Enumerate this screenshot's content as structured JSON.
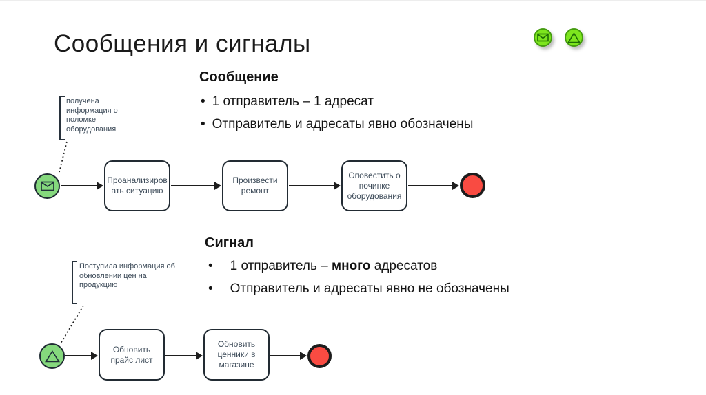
{
  "slide": {
    "title": "Сообщения и сигналы",
    "bullet_char": "•"
  },
  "legend": {
    "message_icon": "envelope",
    "signal_icon": "triangle"
  },
  "colors": {
    "legend_green": "#7de51e",
    "legend_green_border": "#459c10",
    "event_green": "#85d87d",
    "event_red": "#f94b42",
    "node_border": "#222b33",
    "node_text": "#3e4c5a"
  },
  "message_section": {
    "heading": "Сообщение",
    "bullet1": "1 отправитель – 1 адресат",
    "bullet2": "Отправитель и адресаты явно обозначены"
  },
  "signal_section": {
    "heading": "Сигнал",
    "bullet1_pre": "1 отправитель – ",
    "bullet1_bold": "много",
    "bullet1_post": " адресатов",
    "bullet2": "Отправитель и адресаты явно не обозначены"
  },
  "message_flow": {
    "annotation": "получена\nинформация о\nполомке\nоборудования",
    "task1": "Проанализиров\nать ситуацию",
    "task2": "Произвести\nремонт",
    "task3": "Оповестить о\nпочинке\nоборудования"
  },
  "signal_flow": {
    "annotation": "Поступила информация об\nобновлении цен на\nпродукцию",
    "task1": "Обновить\nпрайс лист",
    "task2": "Обновить\nценники в\nмагазине"
  }
}
